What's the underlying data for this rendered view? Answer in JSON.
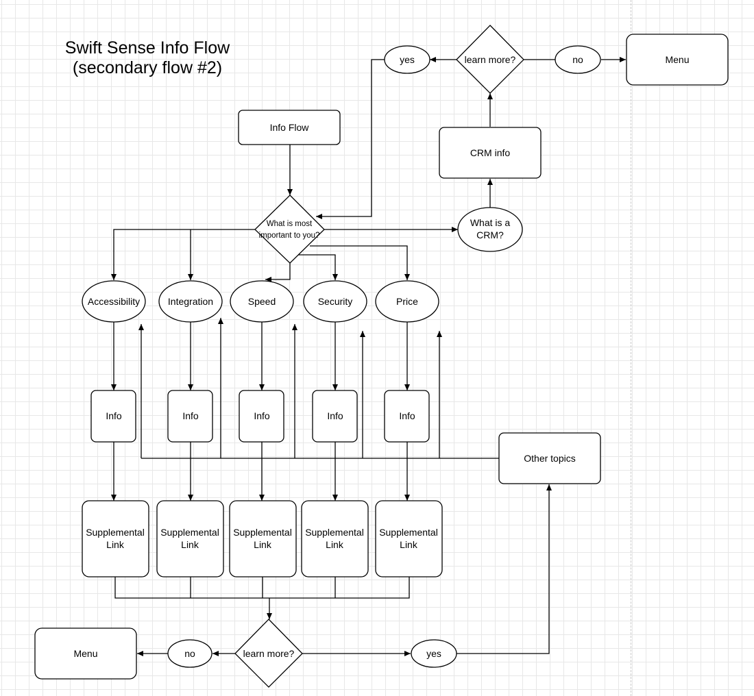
{
  "title": {
    "line1": "Swift Sense Info Flow",
    "line2": "(secondary flow #2)"
  },
  "nodes": {
    "info_flow": "Info Flow",
    "question_main": [
      "What is most",
      "important to you?"
    ],
    "what_is_crm": [
      "What is a",
      "CRM?"
    ],
    "crm_info": "CRM info",
    "learn_more_top": "learn more?",
    "yes_top": "yes",
    "no_top": "no",
    "menu_top": "Menu",
    "topics": [
      "Accessibility",
      "Integration",
      "Speed",
      "Security",
      "Price"
    ],
    "info_label": "Info",
    "supplemental": [
      "Supplemental",
      "Link"
    ],
    "other_topics": "Other topics",
    "learn_more_bottom": "learn more?",
    "no_bottom": "no",
    "yes_bottom": "yes",
    "menu_bottom": "Menu"
  }
}
